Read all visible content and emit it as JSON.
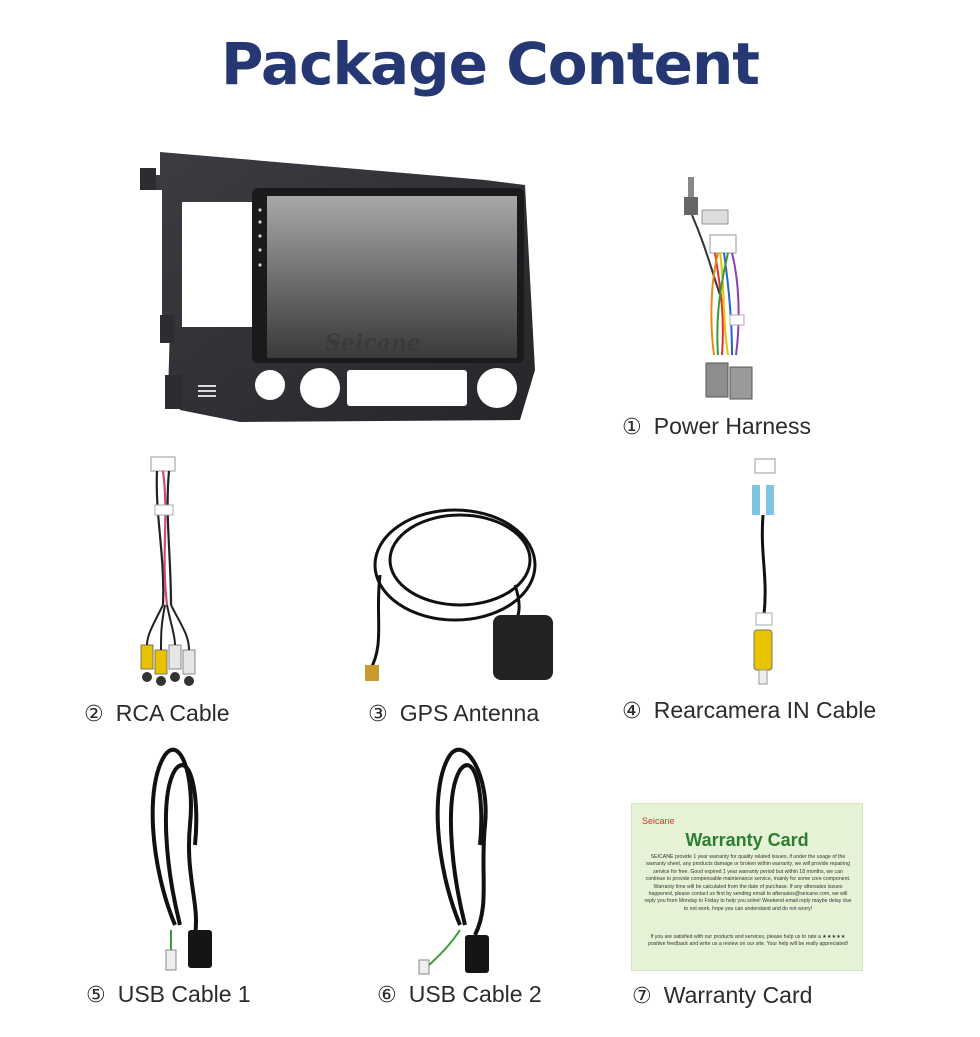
{
  "page": {
    "title": "Package Content"
  },
  "brand_on_screen": "Seicane",
  "items": [
    {
      "num": "①",
      "label": "Power Harness"
    },
    {
      "num": "②",
      "label": "RCA Cable"
    },
    {
      "num": "③",
      "label": "GPS Antenna"
    },
    {
      "num": "④",
      "label": "Rearcamera IN Cable"
    },
    {
      "num": "⑤",
      "label": "USB Cable 1"
    },
    {
      "num": "⑥",
      "label": "USB Cable 2"
    },
    {
      "num": "⑦",
      "label": "Warranty Card"
    }
  ],
  "warranty_card": {
    "brand": "Seicane",
    "title": "Warranty Card",
    "body": "SEICANE provide 1 year warranty for quality related issues, if under the usage of the warranty sheet, any products damage or broken within warranty, we will provide repairing service for free. Good expired 1 year warranty period but within 18 months, we can continue to provide compensable maintenance service, mainly for some core component. Warranty time will be calculated from the date of purchase. If any aftersales issues happened, please contact us first by sending email to aftersales@seicane.com, we will reply you from Monday to Friday to help you solve! Weekend email reply maybe delay due to not work, hope you can understand and do not worry!",
    "footer": "If you are satisfied with our products and services, please help us to rate a ★★★★★ positive feedback and write us a review on our site. Your help will be really appreciated!"
  },
  "colors": {
    "title": "#253873",
    "card_bg": "#e6f2d6",
    "card_title": "#2e7d32",
    "card_brand": "#d0362a"
  }
}
